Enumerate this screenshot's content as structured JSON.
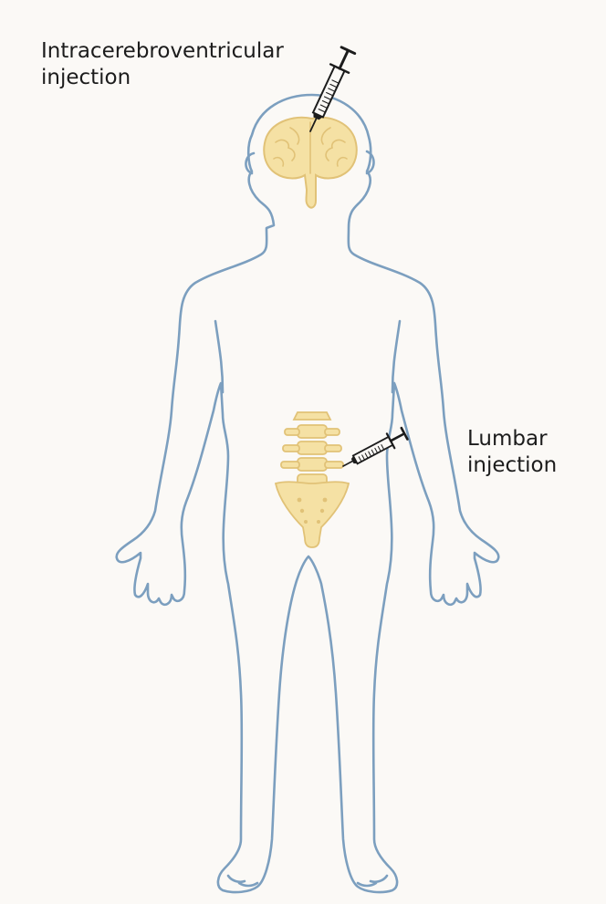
{
  "labels": {
    "intracerebroventricular": {
      "line1": "Intracerebroventricular",
      "line2": "injection"
    },
    "lumbar": {
      "line1": "Lumbar",
      "line2": "injection"
    }
  },
  "colors": {
    "background": "#fbf9f6",
    "body_outline": "#7c9fbf",
    "organ_fill": "#f5e1a4",
    "organ_stroke": "#e1c277",
    "syringe": "#1c1c1c",
    "text": "#1c1c1c"
  },
  "icons": {
    "syringe_head": "syringe-icon",
    "syringe_back": "syringe-icon",
    "brain": "brain-icon",
    "spine": "spine-icon"
  }
}
